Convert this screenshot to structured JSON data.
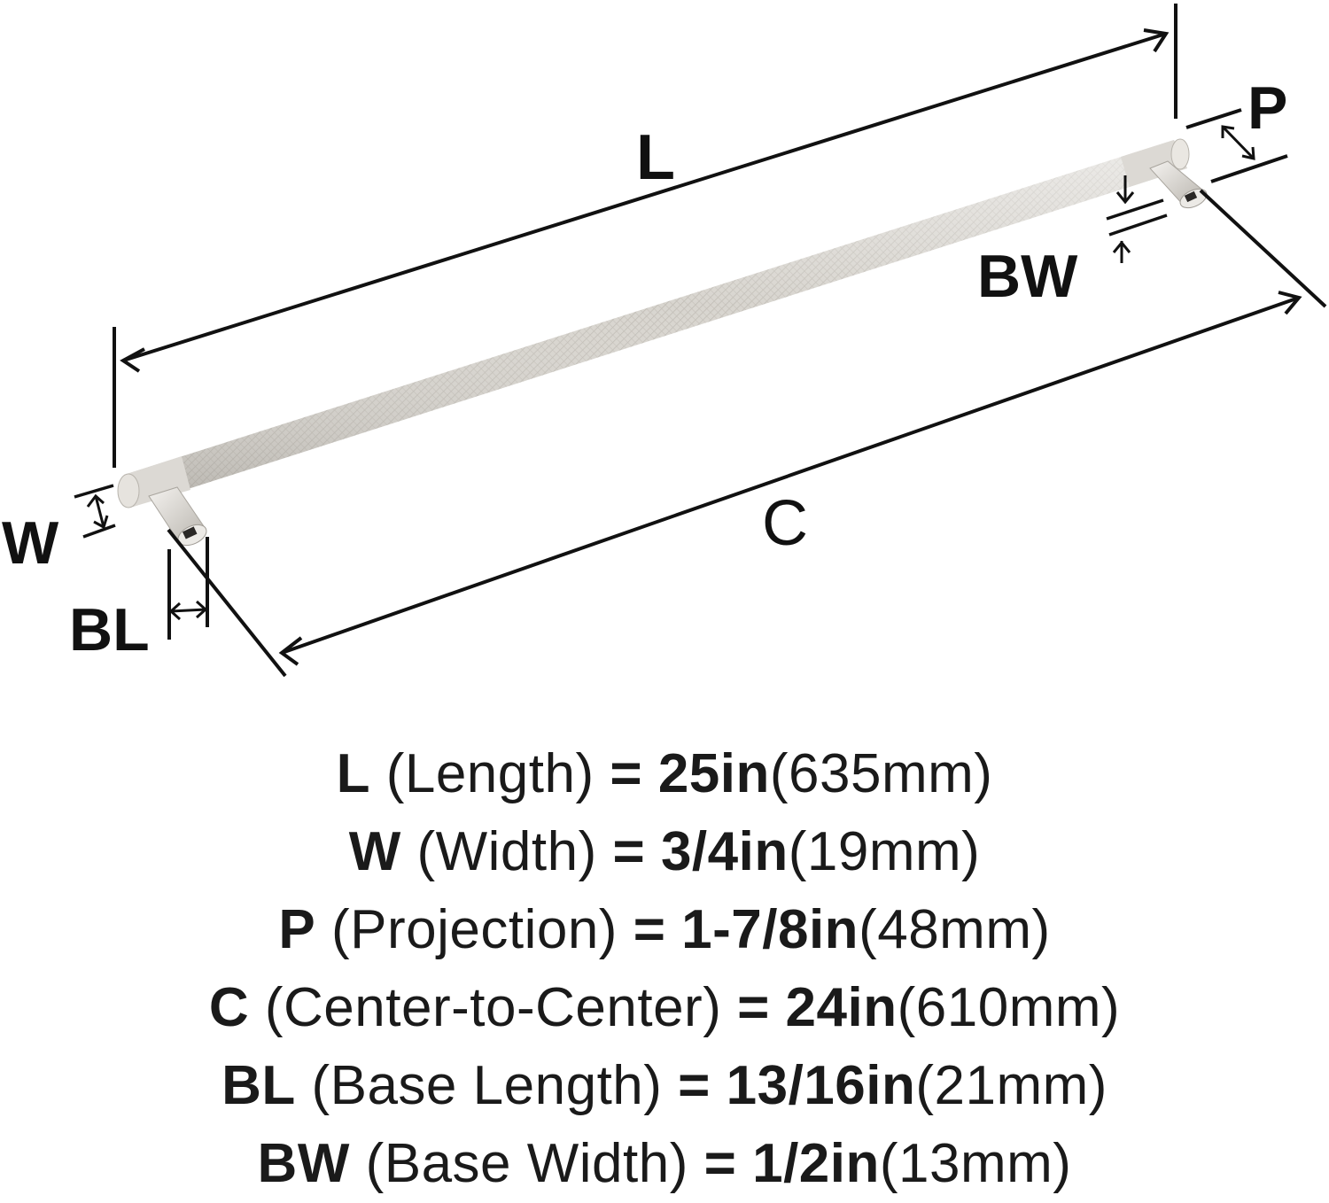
{
  "diagram": {
    "subject": "knurled bar cabinet pull",
    "finish_color": "#d9d6d1",
    "line_color": "#111111",
    "labels": {
      "L": "L",
      "W": "W",
      "P": "P",
      "C": "C",
      "BL": "BL",
      "BW": "BW"
    }
  },
  "specs": [
    {
      "abbr": "L",
      "name": "(Length)",
      "eq": "=",
      "imperial": "25in",
      "metric": "(635mm)"
    },
    {
      "abbr": "W",
      "name": "(Width)",
      "eq": "=",
      "imperial": "3/4in",
      "metric": "(19mm)"
    },
    {
      "abbr": "P",
      "name": "(Projection)",
      "eq": "=",
      "imperial": "1-7/8in",
      "metric": "(48mm)"
    },
    {
      "abbr": "C",
      "name": "(Center-to-Center)",
      "eq": "=",
      "imperial": "24in",
      "metric": "(610mm)"
    },
    {
      "abbr": "BL",
      "name": "(Base Length)",
      "eq": "=",
      "imperial": "13/16in",
      "metric": "(21mm)"
    },
    {
      "abbr": "BW",
      "name": "(Base Width)",
      "eq": "=",
      "imperial": "1/2in",
      "metric": "(13mm)"
    }
  ]
}
